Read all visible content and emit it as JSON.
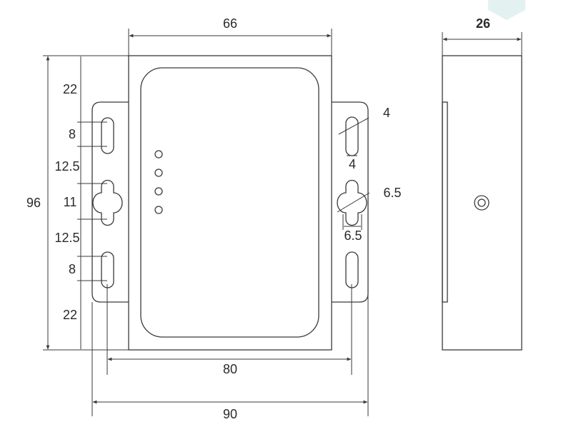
{
  "front_view": {
    "width_label": "66",
    "height_label": "96",
    "hole_spacing_label": "80",
    "overall_width_label": "90",
    "vertical_chain": [
      "22",
      "8",
      "12.5",
      "11",
      "12.5",
      "8",
      "22"
    ],
    "slot_width_label": "4",
    "slot_diag_label": "4",
    "keyhole_width_label": "6.5",
    "keyhole_diag_label": "6.5",
    "led_count": 4
  },
  "side_view": {
    "depth_label": "26"
  },
  "colors": {
    "line": "#3a3a3a",
    "watermark": "#e3f1f1"
  }
}
